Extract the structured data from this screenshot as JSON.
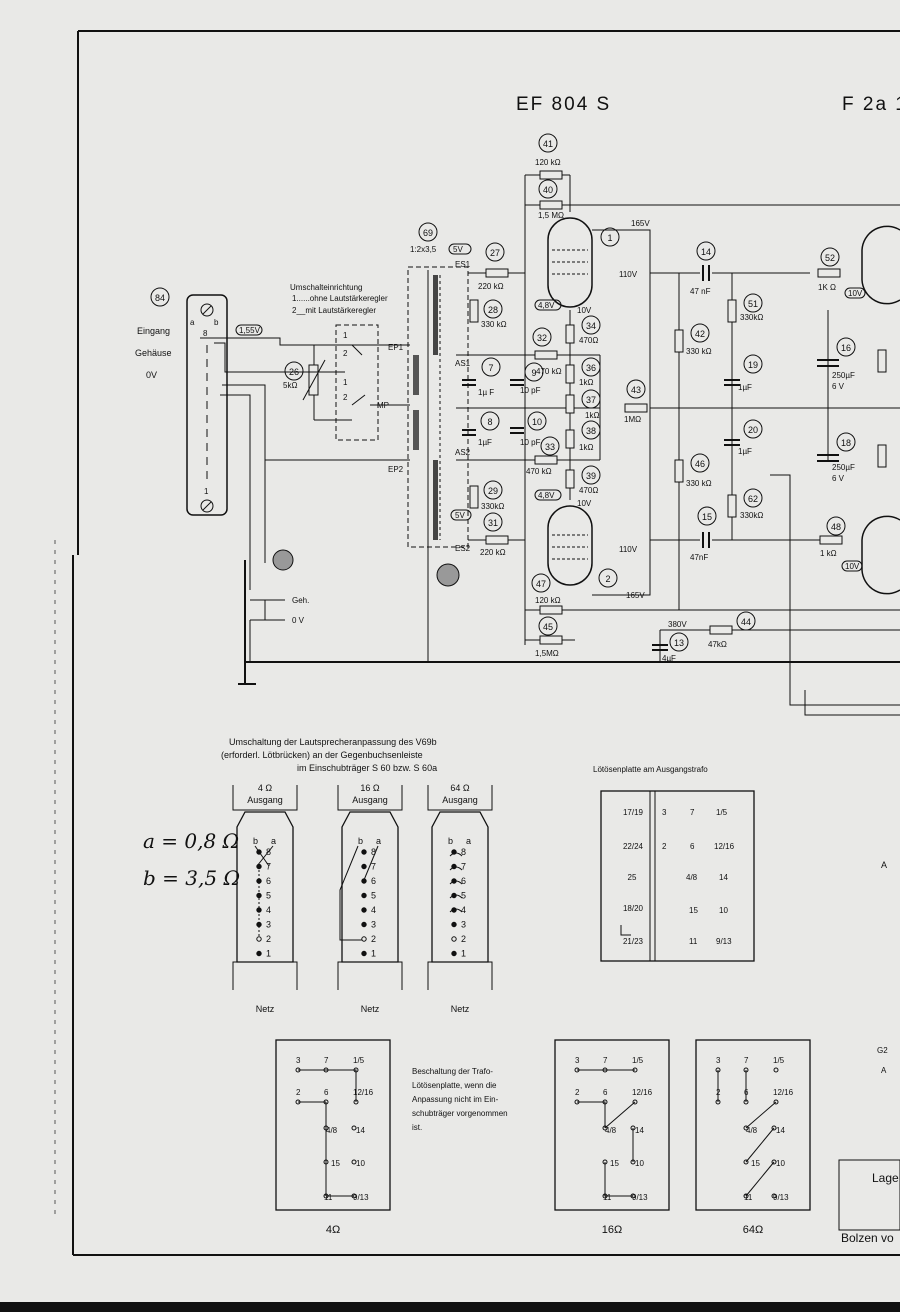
{
  "header": {
    "tube_type": "EF 804 S",
    "stage_code": "F 2a 1"
  },
  "input": {
    "ref": "84",
    "label_eingang": "Eingang",
    "label_gehaeuse": "Gehäuse",
    "label_0v": "0V",
    "pin_a": "a",
    "pin_b": "b",
    "pin_8": "8",
    "pin_1": "1",
    "voltage": "1,55V"
  },
  "switch": {
    "title": "Umschalteinrichtung",
    "opt1": "1......ohne Lautstärkeregler",
    "opt2": "2__mit Lautstärkeregler",
    "ep1": "EP1",
    "ep2": "EP2",
    "mp": "MP",
    "pos1": "1",
    "pos2": "2"
  },
  "transformer": {
    "ref": "69",
    "ratio": "1:2x3,5",
    "v5": "5V",
    "es1": "ES1",
    "es2": "ES2",
    "as1": "AS1",
    "as2": "AS2"
  },
  "ground": {
    "geh": "Geh.",
    "ov": "0 V"
  },
  "components": {
    "c26": {
      "ref": "26",
      "value": "5kΩ"
    },
    "c27": {
      "ref": "27",
      "value": "220 kΩ"
    },
    "c28": {
      "ref": "28",
      "value": "330 kΩ"
    },
    "c29": {
      "ref": "29",
      "value": "330kΩ"
    },
    "c31": {
      "ref": "31",
      "value": "220 kΩ"
    },
    "c32": {
      "ref": "32",
      "value": "470 kΩ"
    },
    "c33": {
      "ref": "33",
      "value": "470 kΩ"
    },
    "c7": {
      "ref": "7",
      "value": "1µ F"
    },
    "c8": {
      "ref": "8",
      "value": "1µF"
    },
    "c9": {
      "ref": "9",
      "value": "10 pF"
    },
    "c10": {
      "ref": "10",
      "value": "10 pF"
    },
    "c34": {
      "ref": "34",
      "value": "470Ω"
    },
    "c36": {
      "ref": "36",
      "value": "1kΩ"
    },
    "c37": {
      "ref": "37",
      "value": "1kΩ"
    },
    "c38": {
      "ref": "38",
      "value": "1kΩ"
    },
    "c39": {
      "ref": "39",
      "value": "470Ω"
    },
    "c40": {
      "ref": "40",
      "value": "1,5 MΩ"
    },
    "c41": {
      "ref": "41",
      "value": "120 kΩ"
    },
    "c45": {
      "ref": "45",
      "value": "1,5MΩ"
    },
    "c47": {
      "ref": "47",
      "value": "120 kΩ"
    },
    "c43": {
      "ref": "43",
      "value": "1MΩ"
    },
    "c42": {
      "ref": "42",
      "value": "330 kΩ"
    },
    "c46": {
      "ref": "46",
      "value": "330 kΩ"
    },
    "c14": {
      "ref": "14",
      "value": "47 nF"
    },
    "c15": {
      "ref": "15",
      "value": "47nF"
    },
    "c51": {
      "ref": "51",
      "value": "330kΩ"
    },
    "c62": {
      "ref": "62",
      "value": "330kΩ"
    },
    "c19": {
      "ref": "19",
      "value": "1µF"
    },
    "c20": {
      "ref": "20",
      "value": "1µF"
    },
    "c16": {
      "ref": "16",
      "value": "250µF",
      "v": "6 V"
    },
    "c18": {
      "ref": "18",
      "value": "250µF",
      "v": "6 V"
    },
    "c52": {
      "ref": "52",
      "value": "1K Ω"
    },
    "c48": {
      "ref": "48",
      "value": "1 kΩ"
    },
    "c13": {
      "ref": "13",
      "value": "4µF"
    },
    "c44": {
      "ref": "44",
      "value": "47kΩ"
    }
  },
  "tubes": {
    "t1": {
      "ref": "1",
      "anode": "165V",
      "screen": "110V",
      "cathode": "4,8V",
      "grid": "10V"
    },
    "t2": {
      "ref": "2",
      "anode": "165V",
      "screen": "110V",
      "cathode": "4,8V",
      "grid": "10V"
    },
    "next_v": "10V"
  },
  "supply": {
    "b_plus": "380V"
  },
  "speaker_switch": {
    "title_line1": "Umschaltung der Lautsprecheranpassung des V69b",
    "title_line2": "(erforderl. Lötbrücken) an der Gegenbuchsenleiste",
    "title_line3": "im Einschubträger S 60 bzw. S 60a",
    "variants": [
      {
        "imp": "4 Ω",
        "label": "Ausgang"
      },
      {
        "imp": "16 Ω",
        "label": "Ausgang"
      },
      {
        "imp": "64 Ω",
        "label": "Ausgang"
      }
    ],
    "netz": "Netz",
    "pins": [
      "b",
      "a",
      "8",
      "7",
      "6",
      "5",
      "4",
      "3",
      "2",
      "1"
    ],
    "handnote_a": "a = 0,8 Ω",
    "handnote_b": "b = 3,5 Ω"
  },
  "solder_plate": {
    "title": "Lötösenplatte am Ausgangstrafo",
    "left": [
      "17/19",
      "22/24",
      "25",
      "18/20",
      "21/23"
    ],
    "mid": [
      "3",
      "2",
      "6",
      "4/8",
      "15",
      "11"
    ],
    "right": [
      "7",
      "1/5",
      "12/16",
      "14",
      "10",
      "9/13"
    ]
  },
  "plate_wiring": {
    "desc": [
      "Beschaltung der Trafo-",
      "Lötösenplatte, wenn die",
      "Anpassung nicht im Ein-",
      "schubträger vorgenommen",
      "ist."
    ],
    "labels": {
      "l3": "3",
      "l7": "7",
      "l15a": "1/5",
      "l2": "2",
      "l6": "6",
      "l1216": "12/16",
      "l48": "4/8",
      "l14": "14",
      "l15": "15",
      "l10": "10",
      "l11": "11",
      "l913": "9/13"
    },
    "caption_4": "4Ω",
    "caption_16": "16Ω",
    "caption_64": "64Ω"
  },
  "margin": {
    "lage": "Lage",
    "bolzen": "Bolzen vo",
    "a_right": "A",
    "g2": "G2",
    "a2": "A"
  }
}
